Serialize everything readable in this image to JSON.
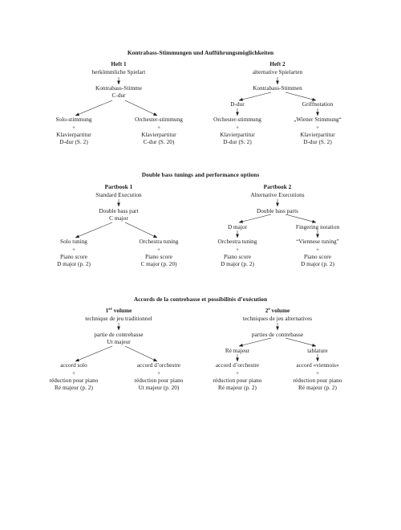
{
  "colors": {
    "ink": "#1a1a1a",
    "background": "#ffffff"
  },
  "sections": [
    {
      "title": "Kontrabass-Stimmungen und Aufführungsmöglichkeiten",
      "left": {
        "heading": "Heft 1",
        "subheading": "herkömmliche Spielart",
        "part_line1": "Kontrabass-Stimme",
        "part_line2": "C-dur",
        "left_leaf": {
          "tuning": "Solo-stimmung",
          "plus": "+",
          "score": "Klavierpartitur",
          "key": "D-dur (S. 2)"
        },
        "right_leaf": {
          "tuning": "Orchester-stimmung",
          "plus": "+",
          "score": "Klavierpartitur",
          "key": "C-dur (S. 20)"
        }
      },
      "right": {
        "heading": "Heft 2",
        "subheading": "alternative Spielarten",
        "parts": "Kontrabass-Stimmen",
        "left_mid": "D-dur",
        "right_mid": "Griffnotation",
        "left_leaf": {
          "tuning": "Orchester-stimmung",
          "plus": "+",
          "score": "Klavierpartitur",
          "key": "D-dur (S. 2)"
        },
        "right_leaf": {
          "tuning": "„Wiener Stimmung“",
          "plus": "+",
          "score": "Klavierpartitur",
          "key": "D-dur (S. 2)"
        }
      }
    },
    {
      "title": "Double bass tunings and performance options",
      "left": {
        "heading": "Partbook 1",
        "subheading": "Standard Execution",
        "part_line1": "Double bass part",
        "part_line2": "C major",
        "left_leaf": {
          "tuning": "Solo tuning",
          "plus": "+",
          "score": "Piano score",
          "key": "D major (p. 2)"
        },
        "right_leaf": {
          "tuning": "Orchestra tuning",
          "plus": "+",
          "score": "Piano score",
          "key": "C major (p. 20)"
        }
      },
      "right": {
        "heading": "Partbook 2",
        "subheading": "Alternative Executions",
        "parts": "Double bass parts",
        "left_mid": "D major",
        "right_mid": "Fingering notation",
        "left_leaf": {
          "tuning": "Orchestra tuning",
          "plus": "+",
          "score": "Piano score",
          "key": "D major (p. 2)"
        },
        "right_leaf": {
          "tuning": "“Viennese tuning”",
          "plus": "+",
          "score": "Piano score",
          "key": "D major (p. 2)"
        }
      }
    },
    {
      "title": "Accords de la contrebasse et possibilités d’exécution",
      "left": {
        "heading_main": "1",
        "heading_sup": "er",
        "heading_rest": " volume",
        "subheading": "technique de jeu traditionnel",
        "part_line1": "partie de contrebasse",
        "part_line2": "Ut majeur",
        "left_leaf": {
          "tuning": "accord solo",
          "plus": "+",
          "score": "réduction pour piano",
          "key": "Ré majeur (p. 2)"
        },
        "right_leaf": {
          "tuning": "accord d’orchestre",
          "plus": "+",
          "score": "réduction pour piano",
          "key": "Ut majeur (p. 20)"
        }
      },
      "right": {
        "heading_main": "2",
        "heading_sup": "e",
        "heading_rest": " volume",
        "subheading": "techniques de jeu alternatives",
        "parts": "parties de contrebasse",
        "left_mid": "Ré majeur",
        "right_mid": "tablature",
        "left_leaf": {
          "tuning": "accord d’orchestre",
          "plus": "+",
          "score": "réduction pour piano",
          "key": "Ré majeur (p. 2)"
        },
        "right_leaf": {
          "tuning": "accord «viennois»",
          "plus": "+",
          "score": "réduction pour piano",
          "key": "Ré majeur (p. 2)"
        }
      }
    }
  ]
}
